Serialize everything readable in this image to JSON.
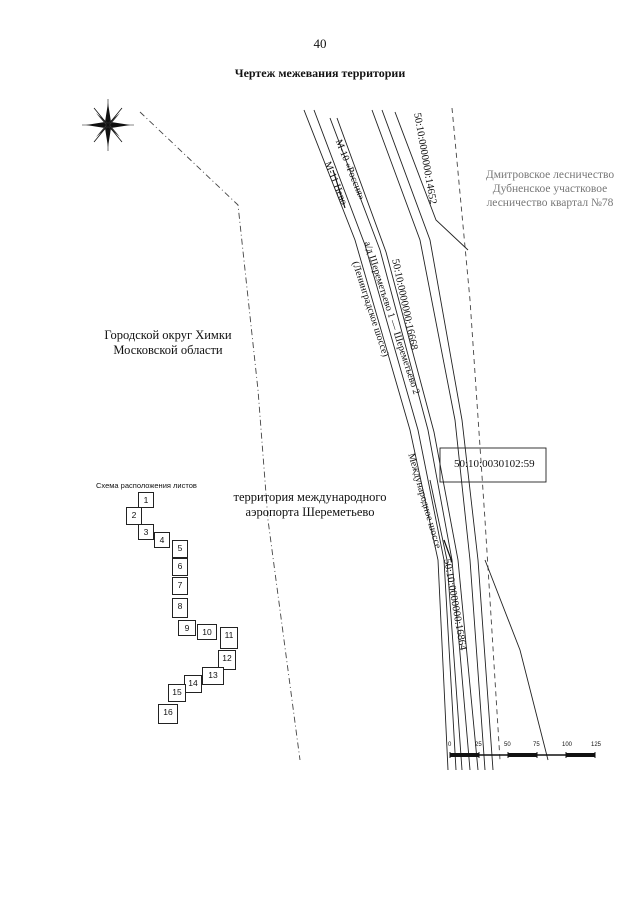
{
  "page_number": "40",
  "title": "Чертеж межевания территории",
  "labels": {
    "khimki": [
      "Городской округ Химки",
      "Московской области"
    ],
    "airport": [
      "территория международного",
      "аэропорта Шереметьево"
    ],
    "right_area": [
      "Дмитровское лесничество",
      "Дубненское участковое",
      "лесничество квартал №78"
    ]
  },
  "road_labels": {
    "m10": "М-10 «Россия»",
    "m11": "М-11 Нево",
    "sheremetyevo": "а/д Шереметьево 1 — Шереметьево 2",
    "leningradskoe": "(Ленинградское шоссе)",
    "international": "Международное шоссе"
  },
  "cadastral": {
    "c1": "50:10:0000000:14652",
    "c2": "50:10:0000000:16668",
    "c3": "50:10:0030102:59",
    "c4": "50:10:0000000:16864"
  },
  "sheet_scheme": {
    "title": "Схема расположения листов",
    "sheets": [
      "1",
      "2",
      "3",
      "4",
      "5",
      "6",
      "7",
      "8",
      "9",
      "10",
      "11",
      "12",
      "13",
      "14",
      "15",
      "16"
    ]
  },
  "scale_bar": {
    "ticks": [
      "0",
      "25",
      "50",
      "75",
      "100",
      "125"
    ]
  },
  "colors": {
    "line": "#222222",
    "dashed": "#444444",
    "faint_text": "#777777"
  },
  "icons": {
    "compass": "compass-rose-icon"
  }
}
